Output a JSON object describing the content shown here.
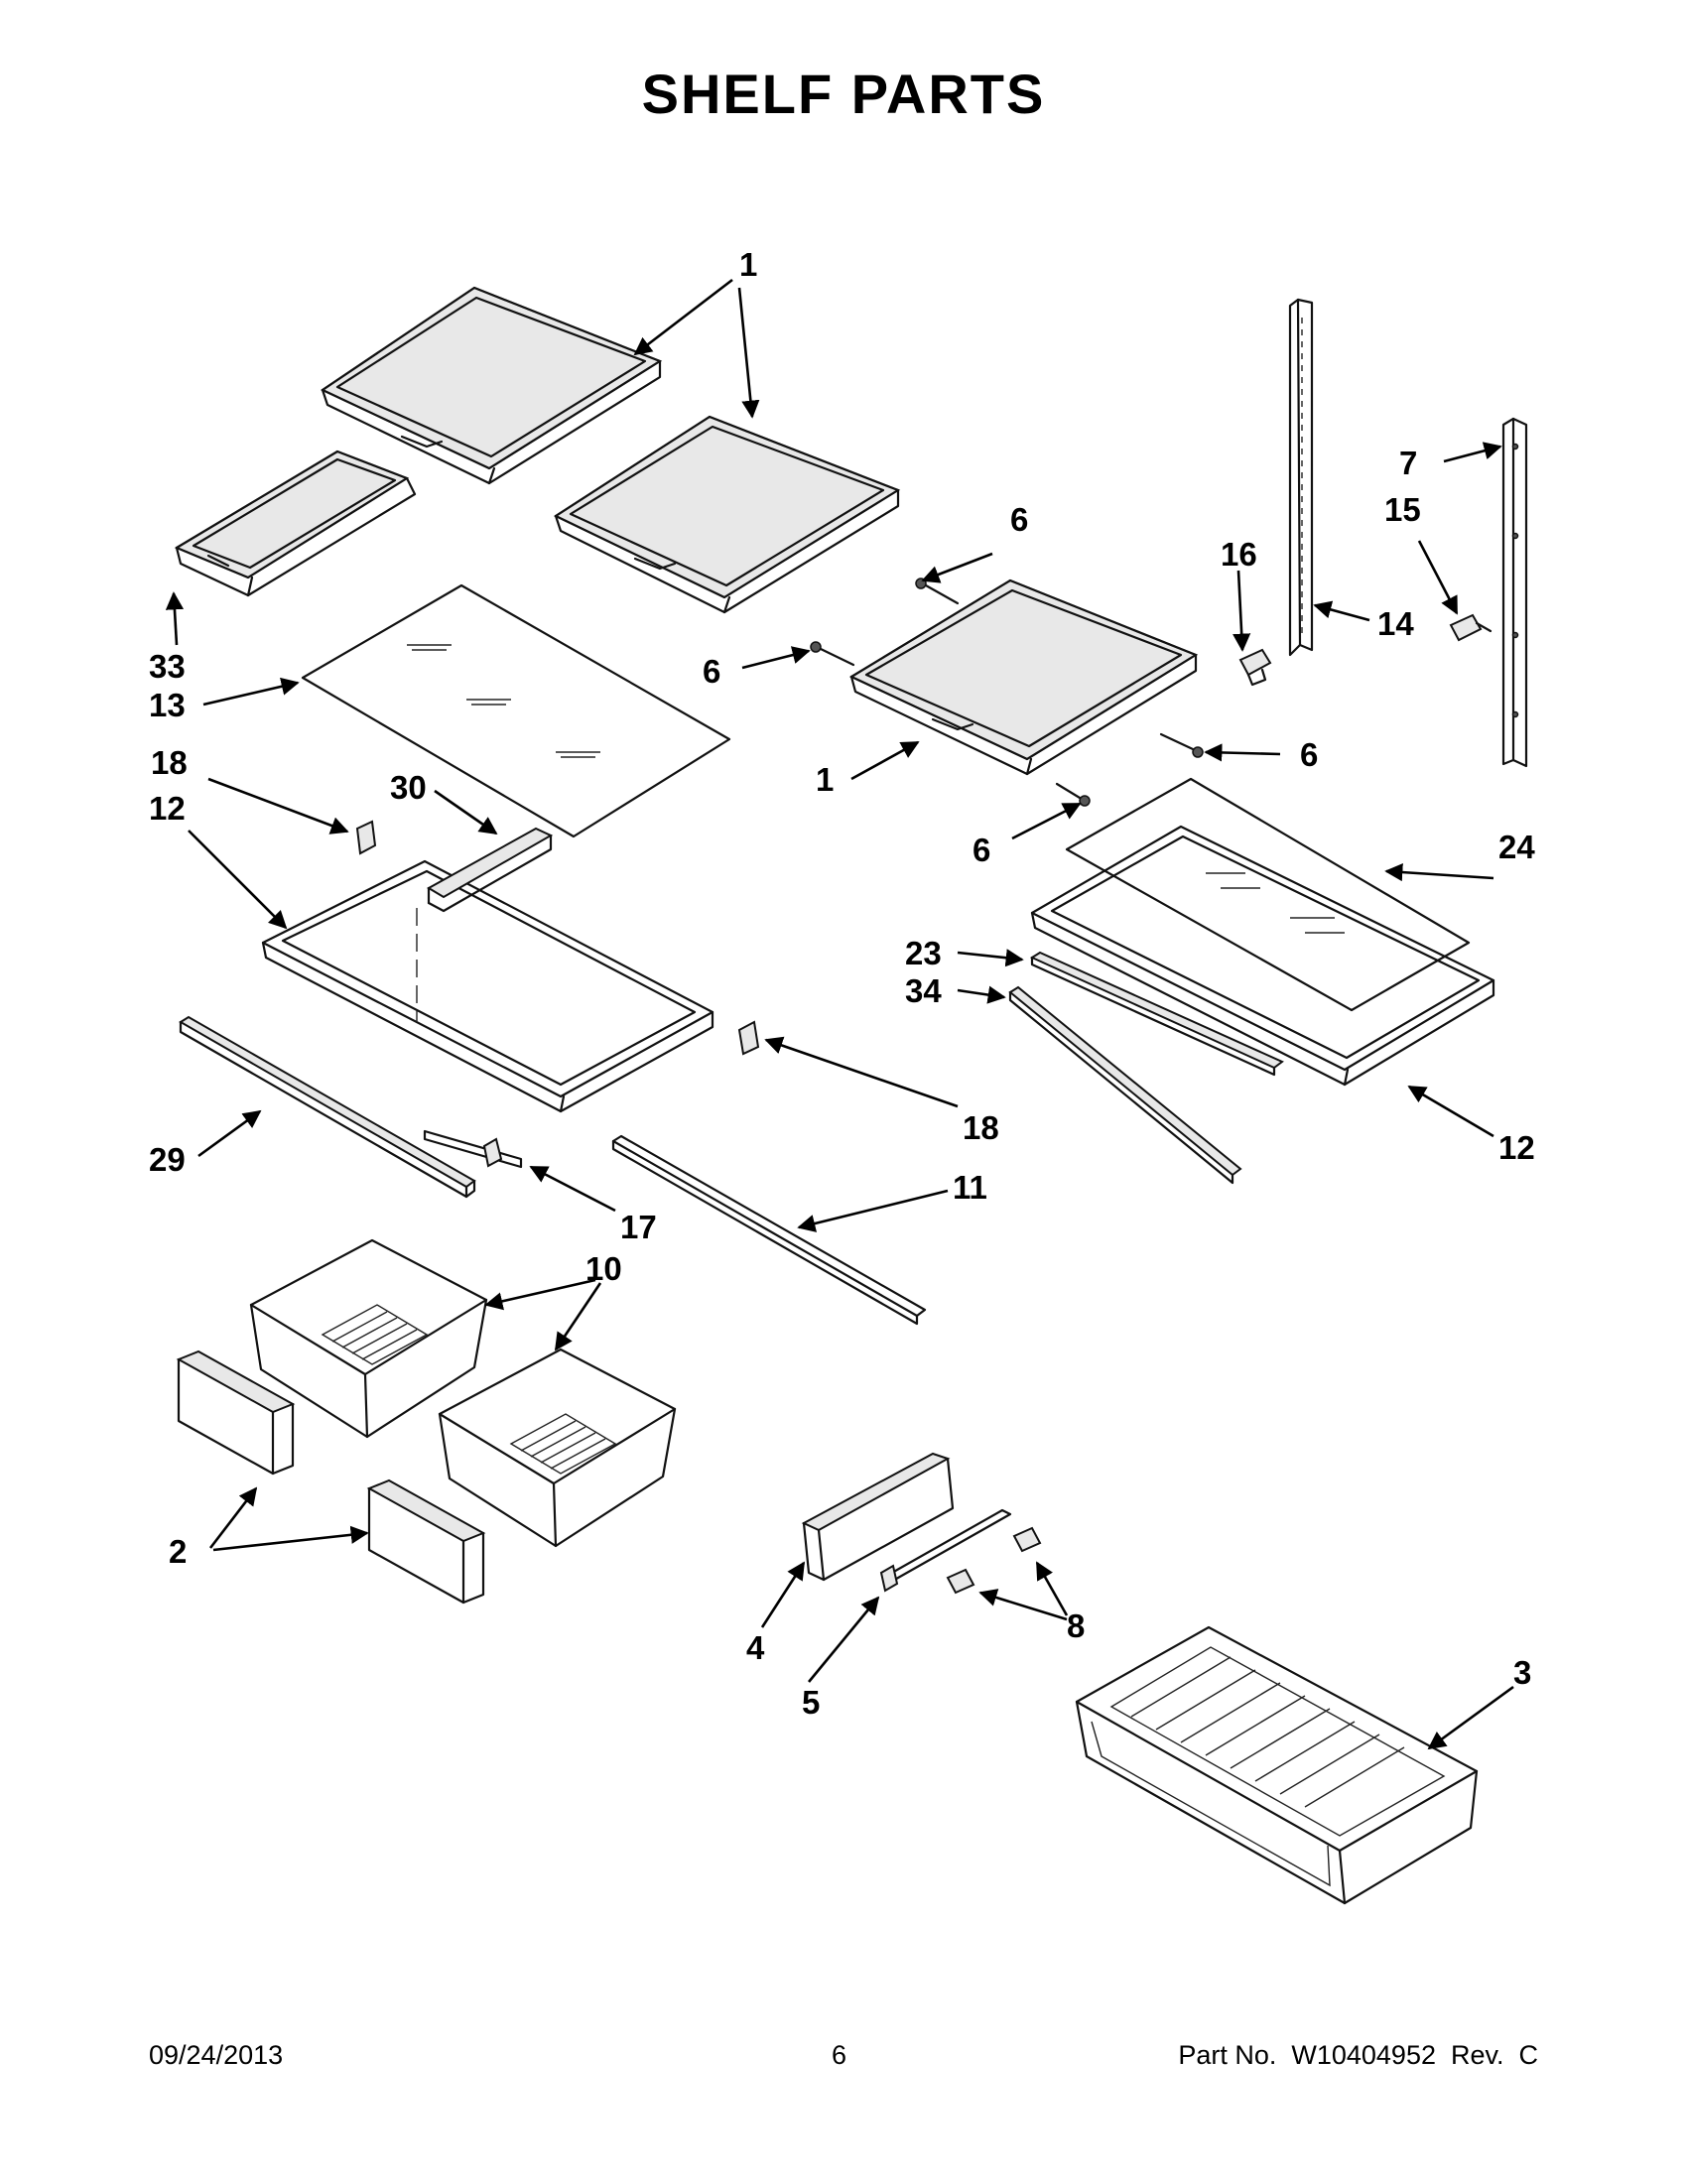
{
  "title": "SHELF PARTS",
  "callouts": [
    {
      "id": "c1a",
      "text": "1"
    },
    {
      "id": "c1b",
      "text": "1"
    },
    {
      "id": "c2",
      "text": "2"
    },
    {
      "id": "c3",
      "text": "3"
    },
    {
      "id": "c4",
      "text": "4"
    },
    {
      "id": "c5",
      "text": "5"
    },
    {
      "id": "c6a",
      "text": "6"
    },
    {
      "id": "c6b",
      "text": "6"
    },
    {
      "id": "c6c",
      "text": "6"
    },
    {
      "id": "c6d",
      "text": "6"
    },
    {
      "id": "c7",
      "text": "7"
    },
    {
      "id": "c8",
      "text": "8"
    },
    {
      "id": "c10",
      "text": "10"
    },
    {
      "id": "c11",
      "text": "11"
    },
    {
      "id": "c12a",
      "text": "12"
    },
    {
      "id": "c12b",
      "text": "12"
    },
    {
      "id": "c13",
      "text": "13"
    },
    {
      "id": "c14",
      "text": "14"
    },
    {
      "id": "c15",
      "text": "15"
    },
    {
      "id": "c16",
      "text": "16"
    },
    {
      "id": "c17",
      "text": "17"
    },
    {
      "id": "c18a",
      "text": "18"
    },
    {
      "id": "c18b",
      "text": "18"
    },
    {
      "id": "c23",
      "text": "23"
    },
    {
      "id": "c24",
      "text": "24"
    },
    {
      "id": "c29",
      "text": "29"
    },
    {
      "id": "c30",
      "text": "30"
    },
    {
      "id": "c33",
      "text": "33"
    },
    {
      "id": "c34",
      "text": "34"
    }
  ],
  "footer": {
    "date": "09/24/2013",
    "page": "6",
    "part_number": "Part No.  W10404952  Rev.  C"
  }
}
